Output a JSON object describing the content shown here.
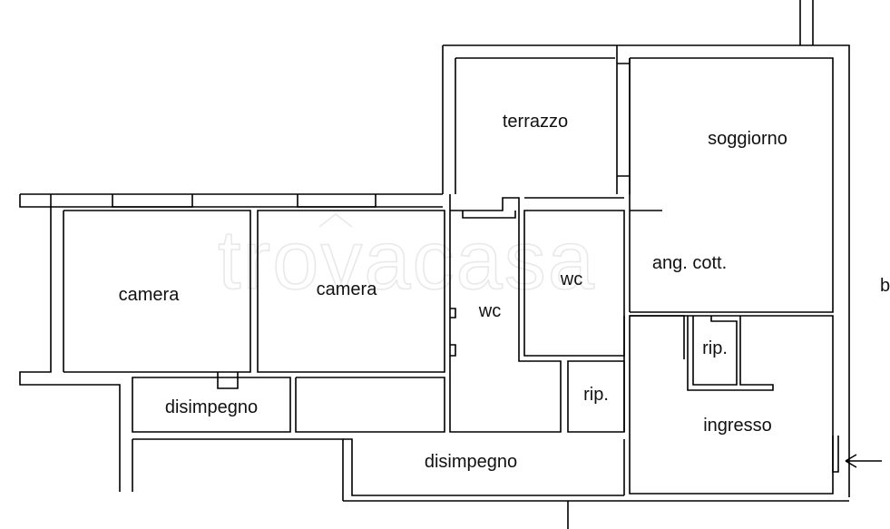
{
  "rooms": {
    "terrazzo": "terrazzo",
    "soggiorno": "soggiorno",
    "ang_cott": "ang. cott.",
    "camera_1": "camera",
    "camera_2": "camera",
    "wc_1": "wc",
    "wc_2": "wc",
    "rip_1": "rip.",
    "rip_2": "rip.",
    "disimpegno_1": "disimpegno",
    "disimpegno_2": "disimpegno",
    "ingresso": "ingresso"
  },
  "edge_label": "b",
  "watermark": "trovacasa",
  "entrance_marker": "entrance-arrow-icon",
  "colors": {
    "walls": "#000000",
    "background": "#ffffff",
    "watermark": "#e9e9e9"
  }
}
